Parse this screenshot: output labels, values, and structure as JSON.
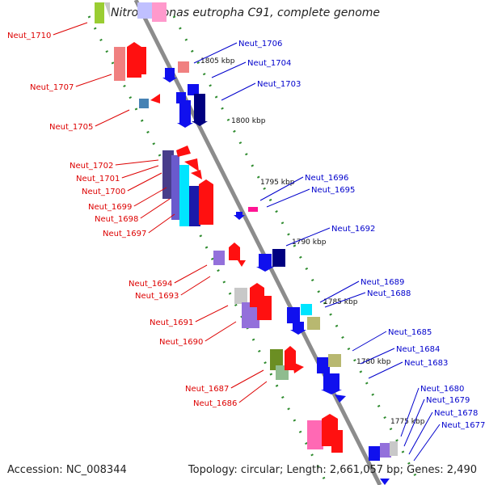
{
  "title": "Nitrosomonas eutropha C91, complete genome",
  "accession_text": "Accession: NC_008344",
  "topology_text": "Topology: circular; Length: 2,661,057 bp; Genes: 2,490",
  "colors": {
    "backbone": "#8c8c8c",
    "minus_label": "#dd0000",
    "plus_label": "#0000cc",
    "scale_dots": "#2e8b2e"
  },
  "scale_labels": [
    "1805 kbp",
    "1800 kbp",
    "1795 kbp",
    "1790 kbp",
    "1785 kbp",
    "1780 kbp",
    "1775 kbp"
  ],
  "left_labels": [
    "Neut_1710",
    "Neut_1707",
    "Neut_1705",
    "Neut_1702",
    "Neut_1701",
    "Neut_1700",
    "Neut_1699",
    "Neut_1698",
    "Neut_1697",
    "Neut_1694",
    "Neut_1693",
    "Neut_1691",
    "Neut_1690",
    "Neut_1687",
    "Neut_1686"
  ],
  "right_labels": [
    "Neut_1706",
    "Neut_1704",
    "Neut_1703",
    "Neut_1696",
    "Neut_1695",
    "Neut_1692",
    "Neut_1689",
    "Neut_1688",
    "Neut_1685",
    "Neut_1684",
    "Neut_1683",
    "Neut_1680",
    "Neut_1679",
    "Neut_1678",
    "Neut_1677"
  ]
}
